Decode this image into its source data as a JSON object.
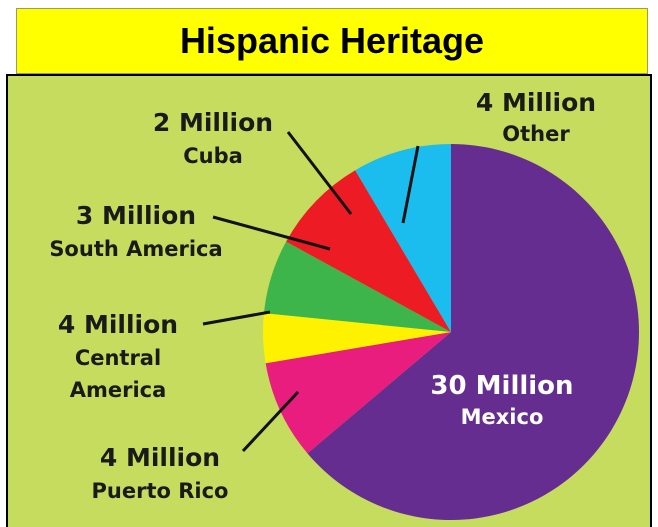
{
  "title": "Hispanic Heritage",
  "chart_data": {
    "type": "pie",
    "categories": [
      "Mexico",
      "Other",
      "Cuba",
      "South America",
      "Central America",
      "Puerto Rico"
    ],
    "values": [
      30,
      4,
      2,
      3,
      4,
      4
    ],
    "value_labels": [
      "30 Million",
      "4 Million",
      "2 Million",
      "3 Million",
      "4 Million",
      "4 Million"
    ],
    "category_labels": [
      [
        "Mexico"
      ],
      [
        "Other"
      ],
      [
        "Cuba"
      ],
      [
        "South America"
      ],
      [
        "Central",
        "America"
      ],
      [
        "Puerto Rico"
      ]
    ],
    "colors": [
      "#662d91",
      "#e81d7d",
      "#fff200",
      "#3db54a",
      "#ed1c24",
      "#1bbcee"
    ],
    "background": "#c5dc5e",
    "start_angle_deg": 0,
    "direction": "clockwise"
  }
}
